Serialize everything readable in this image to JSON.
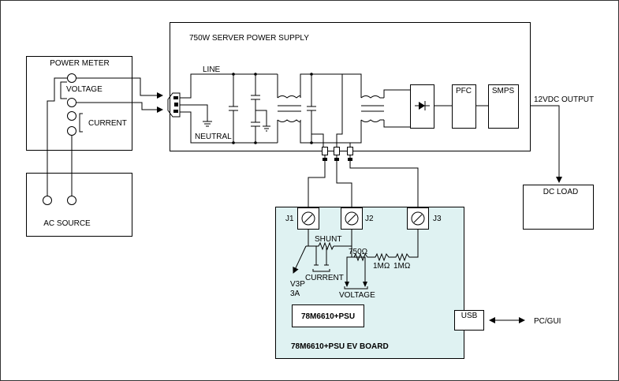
{
  "blocks": {
    "power_meter": {
      "title": "POWER METER",
      "voltage": "VOLTAGE",
      "current": "CURRENT"
    },
    "ac_source": {
      "title": "AC SOURCE"
    },
    "server_psu": {
      "title": "750W SERVER POWER SUPPLY",
      "line": "LINE",
      "neutral": "NEUTRAL",
      "pfc": "PFC",
      "smps": "SMPS"
    },
    "output": {
      "label": "12VDC OUTPUT"
    },
    "dc_load": {
      "title": "DC LOAD"
    },
    "ev_board": {
      "title": "78M6610+PSU EV BOARD",
      "chip": "78M6610+PSU",
      "j1": "J1",
      "j2": "J2",
      "j3": "J3",
      "shunt": "SHUNT",
      "r750": "750Ω",
      "r1m_a": "1MΩ",
      "r1m_b": "1MΩ",
      "current": "CURRENT",
      "voltage": "VOLTAGE",
      "v3p": "V3P",
      "v3p_amp": "3A",
      "usb": "USB"
    },
    "pc_gui": {
      "label": "PC/GUI"
    }
  },
  "colors": {
    "board_fill": "#dff2f2",
    "line": "#000000",
    "frame": "#333333"
  }
}
